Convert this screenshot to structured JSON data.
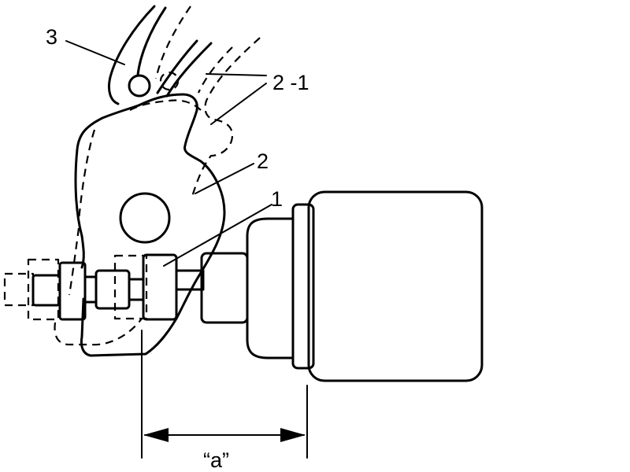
{
  "labels": {
    "part_1": "1",
    "part_2": "2",
    "part_2_1": "2 -1",
    "part_3": "3",
    "dimension_a": "“a”"
  }
}
